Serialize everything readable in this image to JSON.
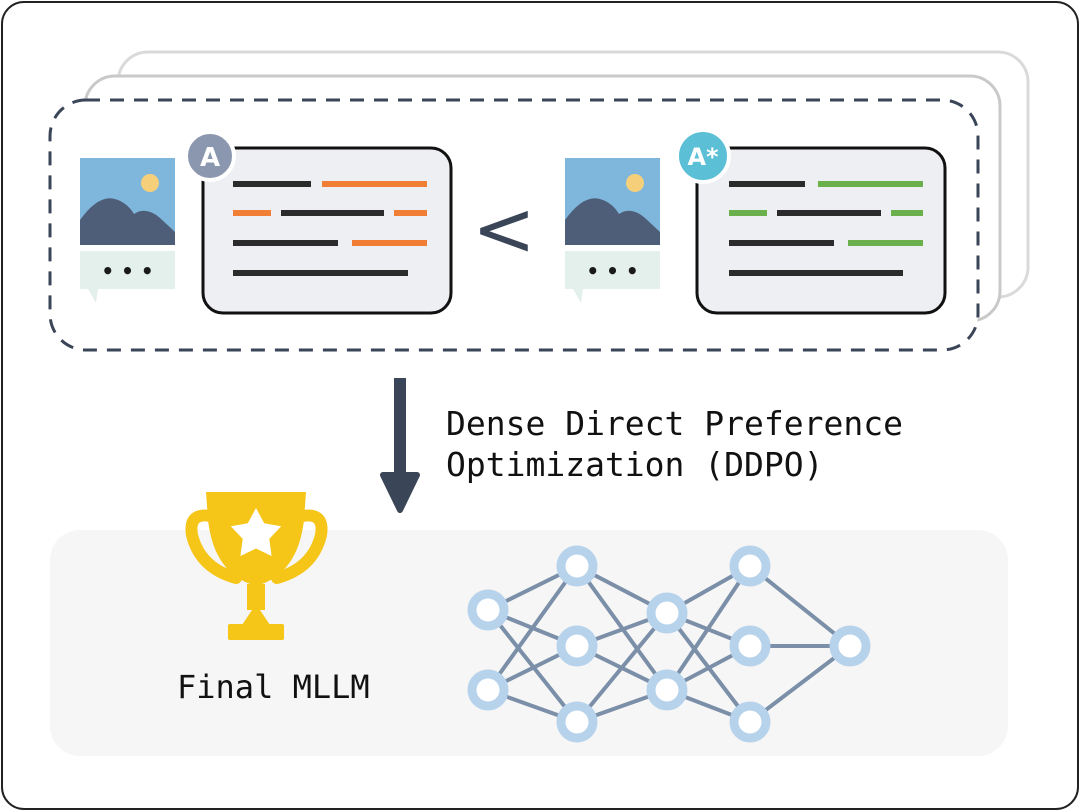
{
  "pair": {
    "left_badge": "A",
    "right_badge": "A*",
    "comparison": "<",
    "bubble_text": "• • •",
    "colors": {
      "left_accent": "#f07f35",
      "right_accent": "#6ab04c",
      "left_badge": "#8b97ae",
      "right_badge": "#5bbfd6",
      "dark_line": "#2b2b2b",
      "card_fill": "#eeeff3"
    }
  },
  "method": {
    "line1": "Dense Direct Preference",
    "line2": "Optimization (DDPO)"
  },
  "result": {
    "label": "Final MLLM",
    "trophy_color": "#f5c518",
    "node_color": "#b7d3ec",
    "edge_color": "#7b8fa8"
  },
  "icons": [
    "image-icon",
    "chat-bubble-icon",
    "trophy-icon",
    "star-icon",
    "arrow-down-icon",
    "neural-network-icon"
  ]
}
